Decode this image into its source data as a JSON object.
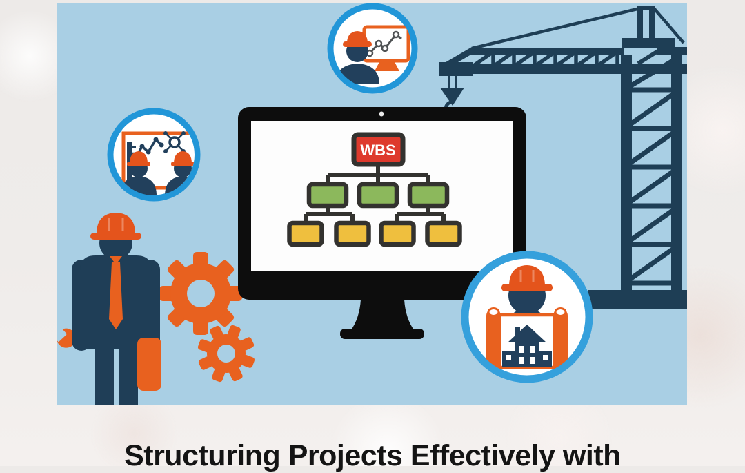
{
  "banner": {
    "title": "Structuring Projects Effectively with"
  },
  "illustration": {
    "wbs_tree": {
      "root_label": "WBS",
      "root_count": 1,
      "branch_count": 3,
      "leaf_count": 4,
      "edges": [
        "WBS->branch1",
        "WBS->branch2",
        "WBS->branch3",
        "branch1->leaf1",
        "branch1->leaf2",
        "branch3->leaf3",
        "branch3->leaf4"
      ]
    },
    "icons": [
      "construction-crane-icon",
      "crane-hook-icon",
      "monitor-icon",
      "webcam-dot-icon",
      "engineer-worker-icon",
      "hard-hat-icon",
      "wrench-icon",
      "briefcase-icon",
      "tie-icon",
      "gear-icon-large",
      "gear-icon-small",
      "badge-worker-trend-chart-icon",
      "badge-team-analytics-icon",
      "badge-blueprint-worker-icon",
      "trend-line-chart-icon",
      "molecule-icon",
      "ruler-icon",
      "blueprint-house-icon"
    ],
    "palette": {
      "canvas_blue": "#a9cfe4",
      "navy": "#1f3e57",
      "orange": "#e8611f",
      "hat_orange": "#e4541c",
      "badge_border_blue": "#2196d8",
      "badge_border_blue_light": "#35a0dc",
      "wbs_root_red": "#de3a2d",
      "wbs_branch_green": "#8cb85c",
      "wbs_leaf_yellow": "#efbf3e",
      "node_outline": "#33322f",
      "monitor_black": "#0d0d0d",
      "title_text": "#141414",
      "page_background": "#edeae8"
    }
  }
}
